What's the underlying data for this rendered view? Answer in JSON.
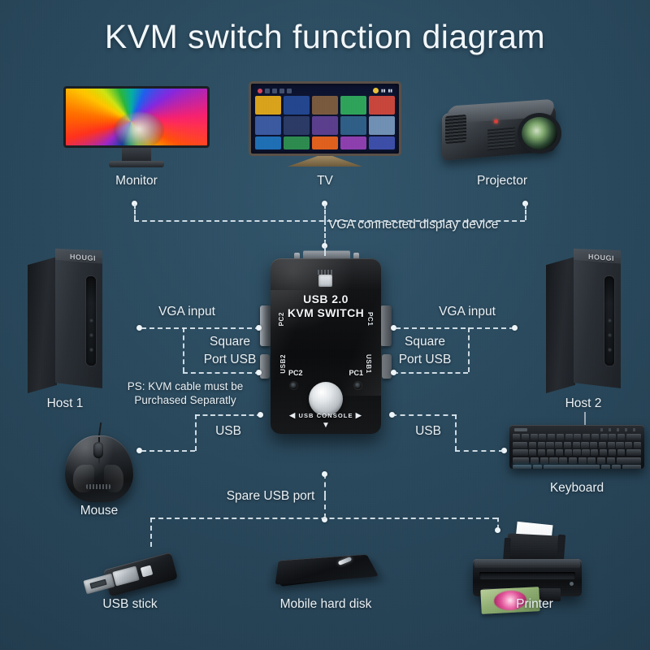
{
  "title": "KVM switch function diagram",
  "theme": {
    "background": "#2c4a5e",
    "text": "#eef4f7",
    "line": "#dce8ef"
  },
  "display_devices": {
    "group_label": "VGA connected display device",
    "items": [
      {
        "id": "monitor",
        "label": "Monitor"
      },
      {
        "id": "tv",
        "label": "TV"
      },
      {
        "id": "projector",
        "label": "Projector"
      }
    ]
  },
  "hosts": [
    {
      "id": "host-1",
      "label": "Host 1",
      "vga_label": "VGA input",
      "usb_label": "Square\nPort USB",
      "usb_line1": "Square",
      "usb_line2": "Port USB"
    },
    {
      "id": "host-2",
      "label": "Host 2",
      "vga_label": "VGA input",
      "usb_line1": "Square",
      "usb_line2": "Port USB"
    }
  ],
  "note": {
    "line1": "PS: KVM cable must be",
    "line2": "Purchased Separatly"
  },
  "kvm_switch": {
    "brand_line1": "USB 2.0",
    "brand_line2": "KVM SWITCH",
    "usb_b_port": "usb-b-port-icon",
    "side_ports": {
      "pc1": "PC1",
      "pc2": "PC2",
      "usb1": "USB1",
      "usb2": "USB2"
    },
    "buttons": {
      "pc1": "PC1",
      "pc2": "PC2",
      "selector": "selector-knob"
    },
    "console_label": "USB CONSOLE",
    "console_arrow_left": "◀",
    "console_arrow_right": "▶",
    "console_arrow_down": "▼"
  },
  "peripherals": {
    "usb_label_left": "USB",
    "usb_label_right": "USB",
    "mouse": {
      "label": "Mouse"
    },
    "keyboard": {
      "label": "Keyboard"
    }
  },
  "spare": {
    "group_label": "Spare USB port",
    "items": [
      {
        "id": "usb-stick",
        "label": "USB stick"
      },
      {
        "id": "mobile-hard-disk",
        "label": "Mobile hard disk"
      },
      {
        "id": "printer",
        "label": "Printer"
      }
    ]
  },
  "tower_brand": "HOUGI",
  "tv_screen": {
    "tiles_row1": [
      "#d9a31c",
      "#23468f",
      "#7a5a3e",
      "#2fa35a",
      "#c8463c"
    ],
    "tiles_row2": [
      "#3b5aa0",
      "#2b3b66",
      "#5b3f8e",
      "#2f5f86",
      "#7090b4"
    ],
    "tiles_row3": [
      "#1f6fb5",
      "#2e8b4f",
      "#e0601e",
      "#8e3fae",
      "#3d4ea8"
    ]
  }
}
